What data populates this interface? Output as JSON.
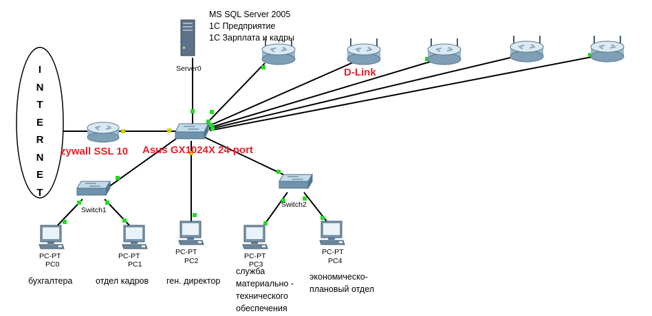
{
  "internet": {
    "label": "INTERNET",
    "letters": [
      "I",
      "N",
      "T",
      "E",
      "R",
      "N",
      "E",
      "T"
    ]
  },
  "server": {
    "name": "Server0",
    "info_lines": [
      "MS SQL Server 2005",
      "1С Предприятие",
      "1С Зарплата и кадры"
    ]
  },
  "firewall": {
    "label": "zywall SSL 10"
  },
  "core_switch": {
    "label": "Asus GX1024X 24-port"
  },
  "wireless_label": "D-Link",
  "switch1": {
    "name": "Switch1"
  },
  "switch2": {
    "name": "Switch2"
  },
  "pcs": [
    {
      "type": "PC-PT",
      "name": "PC0",
      "desc": [
        "бухгалтера"
      ]
    },
    {
      "type": "PC-PT",
      "name": "PC1",
      "desc": [
        "отдел кадров"
      ]
    },
    {
      "type": "PC-PT",
      "name": "PC2",
      "desc": [
        "ген. директор"
      ]
    },
    {
      "type": "PC-PT",
      "name": "PC3",
      "desc": [
        "служба",
        "материально -",
        "технического",
        "обеспечения"
      ]
    },
    {
      "type": "PC-PT",
      "name": "PC4",
      "desc": [
        "экономическо-",
        "плановый отдел"
      ]
    }
  ],
  "colors": {
    "link": "#000000",
    "port_up": "#22dd22",
    "port_amber": "#c8d400",
    "accent_label": "#e8202a"
  }
}
